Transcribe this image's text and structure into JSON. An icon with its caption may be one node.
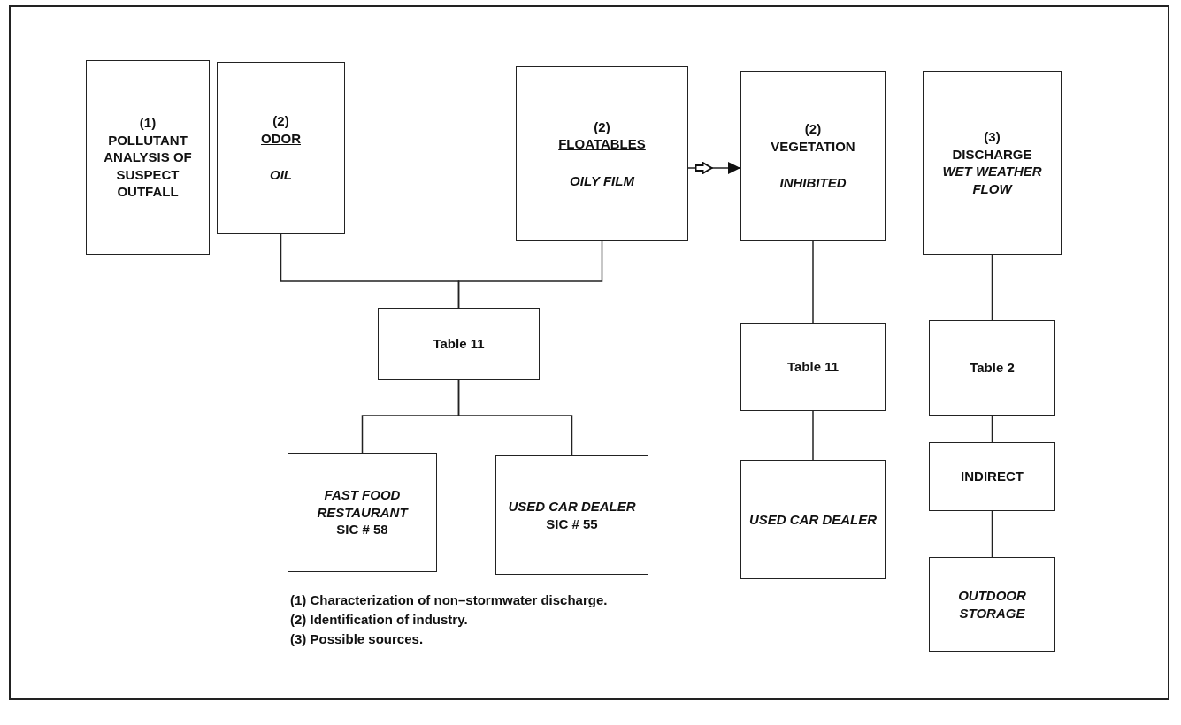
{
  "diagram": {
    "nodes": [
      {
        "text": [
          "(1)",
          "POLLUTANT ANALYSIS OF SUSPECT OUTFALL"
        ]
      },
      {
        "text": [
          "(2)",
          "ODOR",
          "OIL"
        ]
      },
      {
        "text": [
          "(2)",
          "FLOATABLES",
          "OILY FILM"
        ]
      },
      {
        "text": [
          "(2)",
          "VEGETATION",
          "INHIBITED"
        ]
      },
      {
        "text": [
          "(3)",
          "DISCHARGE",
          "WET WEATHER FLOW"
        ]
      },
      {
        "text": [
          "Table 11"
        ]
      },
      {
        "text": [
          "Table 11"
        ]
      },
      {
        "text": [
          "Table 2"
        ]
      },
      {
        "text": [
          "FAST FOOD RESTAURANT",
          "SIC # 58"
        ]
      },
      {
        "text": [
          "USED CAR DEALER",
          "SIC # 55"
        ]
      },
      {
        "text": [
          "USED CAR DEALER"
        ]
      },
      {
        "text": [
          "INDIRECT"
        ]
      },
      {
        "text": [
          "OUTDOOR STORAGE"
        ]
      }
    ],
    "edges": [
      {
        "from": 1,
        "to": 5,
        "arrow": "none"
      },
      {
        "from": 2,
        "to": 5,
        "arrow": "none"
      },
      {
        "from": 5,
        "to": 8,
        "arrow": "none"
      },
      {
        "from": 5,
        "to": 9,
        "arrow": "none"
      },
      {
        "from": 2,
        "to": 3,
        "arrow": "to"
      },
      {
        "from": 3,
        "to": 6,
        "arrow": "none"
      },
      {
        "from": 6,
        "to": 10,
        "arrow": "none"
      },
      {
        "from": 4,
        "to": 7,
        "arrow": "none"
      },
      {
        "from": 7,
        "to": 11,
        "arrow": "none"
      },
      {
        "from": 11,
        "to": 12,
        "arrow": "none"
      }
    ],
    "labels": [
      "(1) Characterization of non–stormwater discharge.",
      "(2) Identification of industry.",
      "(3) Possible sources."
    ]
  }
}
